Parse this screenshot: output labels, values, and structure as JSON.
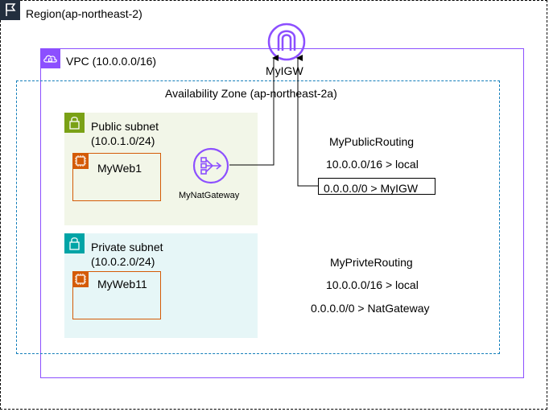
{
  "region": {
    "label": "Region(ap-northeast-2)",
    "icon": "region-flag-icon"
  },
  "vpc": {
    "label": "VPC (10.0.0.0/16)",
    "icon": "vpc-cloud-icon"
  },
  "igw": {
    "label": "MyIGW",
    "icon": "internet-gateway-icon"
  },
  "az": {
    "label": "Availability Zone (ap-northeast-2a)"
  },
  "public_subnet": {
    "label_line1": "Public subnet",
    "label_line2": "(10.0.1.0/24)",
    "icon": "lock-icon"
  },
  "private_subnet": {
    "label_line1": "Private subnet",
    "label_line2": "(10.0.2.0/24)",
    "icon": "lock-icon"
  },
  "instances": {
    "web1": {
      "label": "MyWeb1",
      "icon": "ec2-chip-icon"
    },
    "web11": {
      "label": "MyWeb11",
      "icon": "ec2-chip-icon"
    }
  },
  "nat": {
    "label": "MyNatGateway",
    "icon": "nat-gateway-icon"
  },
  "public_routing": {
    "title": "MyPublicRouting",
    "route1": "10.0.0.0/16 > local",
    "route2": "0.0.0.0/0 > MyIGW"
  },
  "private_routing": {
    "title": "MyPrivteRouting",
    "route1": "10.0.0.0/16 > local",
    "route2": "0.0.0.0/0 > NatGateway"
  },
  "colors": {
    "vpc": "#8c4fff",
    "az": "#147eba",
    "public_subnet_fill": "#f2f6e8",
    "public_subnet_accent": "#7aa116",
    "private_subnet_fill": "#e6f6f7",
    "private_subnet_accent": "#00a4a6",
    "instance": "#d45b07"
  }
}
